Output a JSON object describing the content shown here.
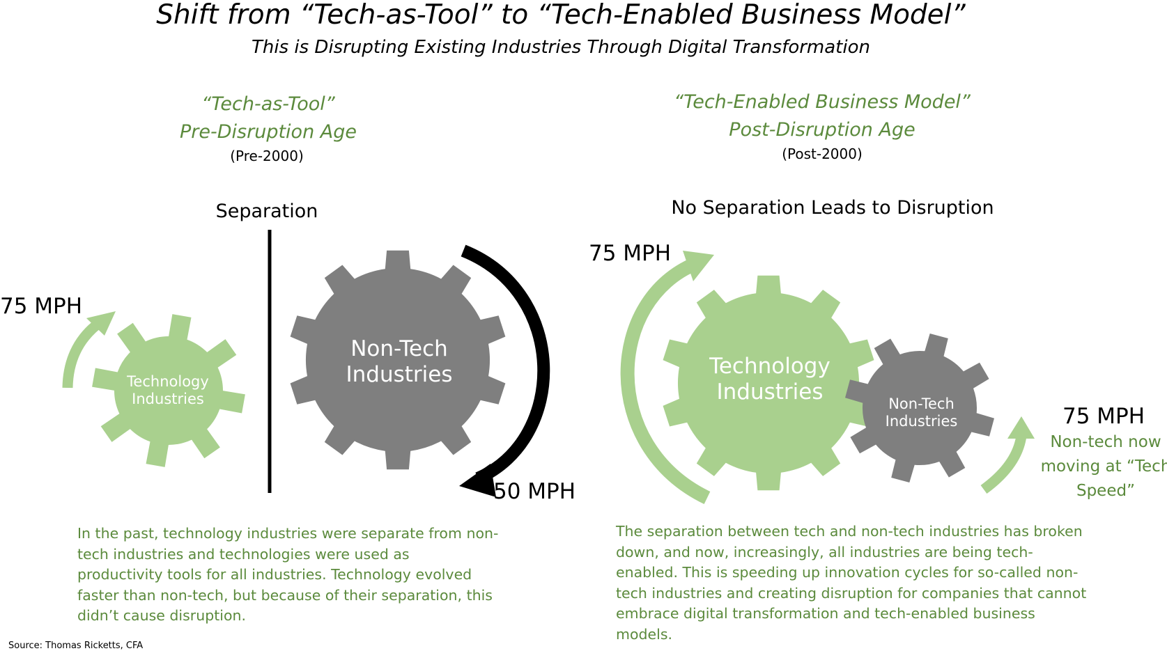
{
  "title": "Shift from “Tech-as-Tool” to “Tech-Enabled Business Model”",
  "subtitle": "This is Disrupting Existing Industries Through Digital Transformation",
  "left": {
    "heading_line1": "“Tech-as-Tool”",
    "heading_line2": "Pre-Disruption Age",
    "era": "(Pre-2000)",
    "separator_label": "Separation",
    "tech_speed": "75 MPH",
    "nontech_speed": "50 MPH",
    "tech_gear_line1": "Technology",
    "tech_gear_line2": "Industries",
    "nontech_gear_line1": "Non-Tech",
    "nontech_gear_line2": "Industries",
    "description": "In the past, technology industries were separate from non-tech industries and technologies were used as productivity tools for all industries. Technology evolved faster than non-tech, but because of their separation, this didn’t cause disruption."
  },
  "right": {
    "heading_line1": "“Tech-Enabled Business Model”",
    "heading_line2": "Post-Disruption Age",
    "era": "(Post-2000)",
    "caption": "No Separation Leads to Disruption",
    "tech_speed": "75 MPH",
    "nontech_speed": "75 MPH",
    "nontech_note_line1": "Non-tech now",
    "nontech_note_line2": "moving at “Tech",
    "nontech_note_line3": "Speed”",
    "tech_gear_line1": "Technology",
    "tech_gear_line2": "Industries",
    "nontech_gear_line1": "Non-Tech",
    "nontech_gear_line2": "Industries",
    "description": "The separation between tech and non-tech industries has broken down, and now, increasingly, all industries are being tech-enabled. This is speeding up innovation cycles for so-called non-tech industries and creating disruption for companies that cannot embrace digital transformation and tech-enabled business models."
  },
  "source": "Source: Thomas Ricketts, CFA",
  "colors": {
    "green_gear": "#a9d08e",
    "gray_gear": "#7f7f7f",
    "green_text": "#5b8a3c",
    "black_arrow": "#000000"
  }
}
